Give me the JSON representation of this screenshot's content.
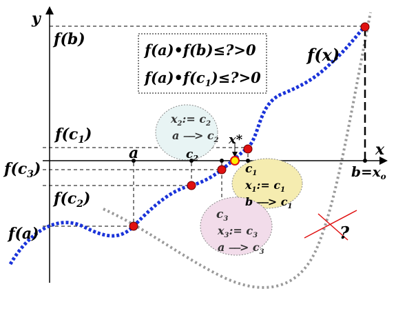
{
  "axes": {
    "y_label": "y",
    "x_label": "x"
  },
  "labels": {
    "fb": "f(b)",
    "fc1": "f(c",
    "fc1_sub": "1",
    "fc3": "f(c",
    "fc3_sub": "3",
    "fc2": "f(c",
    "fc2_sub": "2",
    "fa": "f(a)",
    "fx": "f(x)",
    "a": "a",
    "c2": "c",
    "c2_sub": "2",
    "xstar": "x*",
    "c1": "c",
    "c1_sub": "1",
    "b": "b",
    "b_eq": "=x",
    "b_sub": "o",
    "question": "?"
  },
  "formula_box": {
    "line1": "f(a)•f(b)≤?>0",
    "line2": "f(a)•f(c",
    "line2_sub": "1",
    "line2_end": ")≤?>0"
  },
  "ellipses": {
    "c2": {
      "line1": "x",
      "line1_sub": "2",
      "line1_mid": ":= c",
      "line1_sub2": "2",
      "line2": "a ⎯⎯> c",
      "line2_sub": "2",
      "fill": "#e8f4f4"
    },
    "c1": {
      "head": "c",
      "head_sub": "1",
      "line1": "x",
      "line1_sub": "1",
      "line1_mid": ":= c",
      "line1_sub2": "1",
      "line2": "b ⎯⎯> c",
      "line2_sub": "1",
      "fill": "#f5ecb0"
    },
    "c3": {
      "head": "c",
      "head_sub": "3",
      "line1": "x",
      "line1_sub": "3",
      "line1_mid": ":= c",
      "line1_sub2": "3",
      "line2": "a ⎯⎯> c",
      "line2_sub": "3",
      "fill": "#f2dcea"
    }
  },
  "colors": {
    "curve": "#1a33d9",
    "grey_curve": "#9a9a9a",
    "points": "#e01010",
    "root": "#ffee00",
    "cross": "#e01010"
  }
}
